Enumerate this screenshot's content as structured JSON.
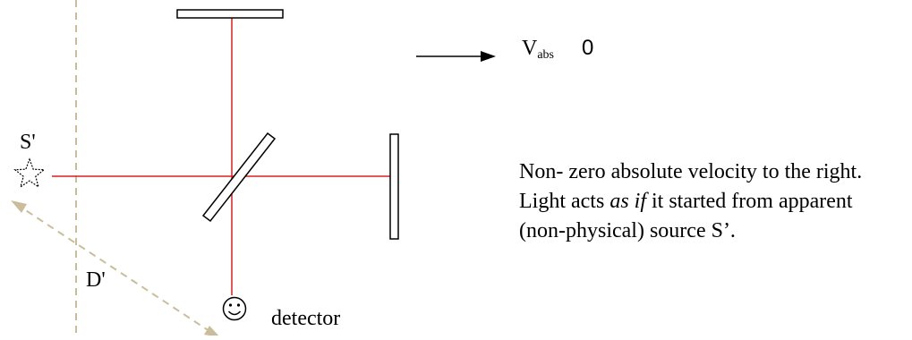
{
  "colors": {
    "beam": "#d62021",
    "dashed": "#c9bd9b",
    "stroke": "#000000",
    "background": "#ffffff"
  },
  "labels": {
    "velocity_symbol": "V",
    "velocity_subscript": "abs",
    "velocity_value": "0",
    "apparent_source": "S'",
    "distance": "D'",
    "detector": "detector"
  },
  "caption": {
    "part1": "Non- zero absolute velocity to the right. Light acts ",
    "emphasis": "as if",
    "part2": " it started from apparent (non-physical) source S’."
  },
  "icons": {
    "apparent_source": "star-icon",
    "detector": "smiley-face-icon",
    "direction": "right-arrow-icon"
  }
}
